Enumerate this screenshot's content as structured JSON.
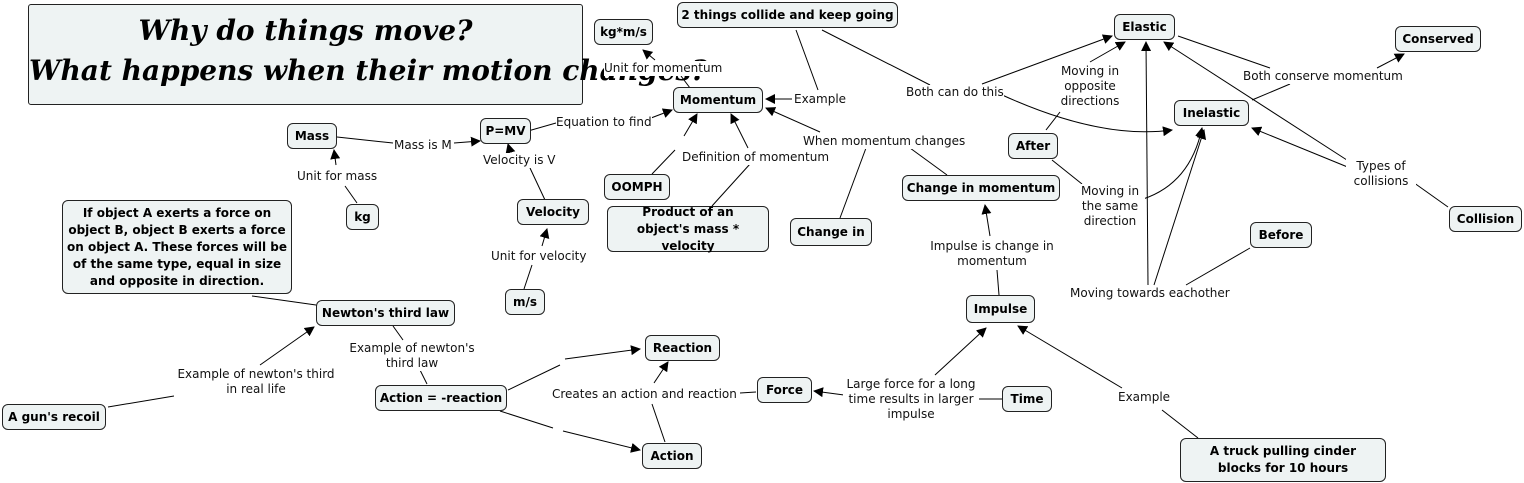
{
  "title": {
    "line1": "Why do things move?",
    "line2": "What happens when their motion changes?"
  },
  "nodes": {
    "kgms": "kg*m/s",
    "collide": "2 things collide and keep going",
    "elastic": "Elastic",
    "conserved": "Conserved",
    "momentum": "Momentum",
    "mass": "Mass",
    "pmv": "P=MV",
    "inelastic": "Inelastic",
    "after": "After",
    "oomph": "OOMPH",
    "change_momentum": "Change in momentum",
    "kg": "kg",
    "velocity": "Velocity",
    "newton_def": "If object A exerts a force on object B, object B exerts a force on object A. These forces will be of the same type, equal in size and opposite in direction.",
    "product": "Product of an object's mass * velocity",
    "change_in": "Change in",
    "collision": "Collision",
    "before": "Before",
    "ms": "m/s",
    "newtons_third": "Newton's third law",
    "impulse": "Impulse",
    "reaction": "Reaction",
    "force": "Force",
    "time": "Time",
    "gun": "A gun's recoil",
    "action_eq": "Action = -reaction",
    "action": "Action",
    "truck": "A truck pulling cinder blocks for 10 hours"
  },
  "labels": {
    "unit_momentum": "Unit for momentum",
    "example_top": "Example",
    "both_can": "Both can do this",
    "moving_opposite": "Moving in opposite directions",
    "both_conserve": "Both conserve momentum",
    "equation": "Equation to find",
    "mass_is_m": "Mass is M",
    "velocity_is_v": "Velocity is V",
    "definition": "Definition of momentum",
    "when_changes": "When momentum changes",
    "unit_mass": "Unit for mass",
    "types": "Types of collisions",
    "moving_same": "Moving in the same direction",
    "impulse_change": "Impulse is change in momentum",
    "unit_velocity": "Unit for velocity",
    "moving_towards": "Moving towards eachother",
    "example_newton": "Example of newton's third law",
    "example_real": "Example of newton's third in real life",
    "creates": "Creates an action and reaction",
    "large_force": "Large force for a long time results in larger impulse",
    "example_bottom": "Example"
  }
}
